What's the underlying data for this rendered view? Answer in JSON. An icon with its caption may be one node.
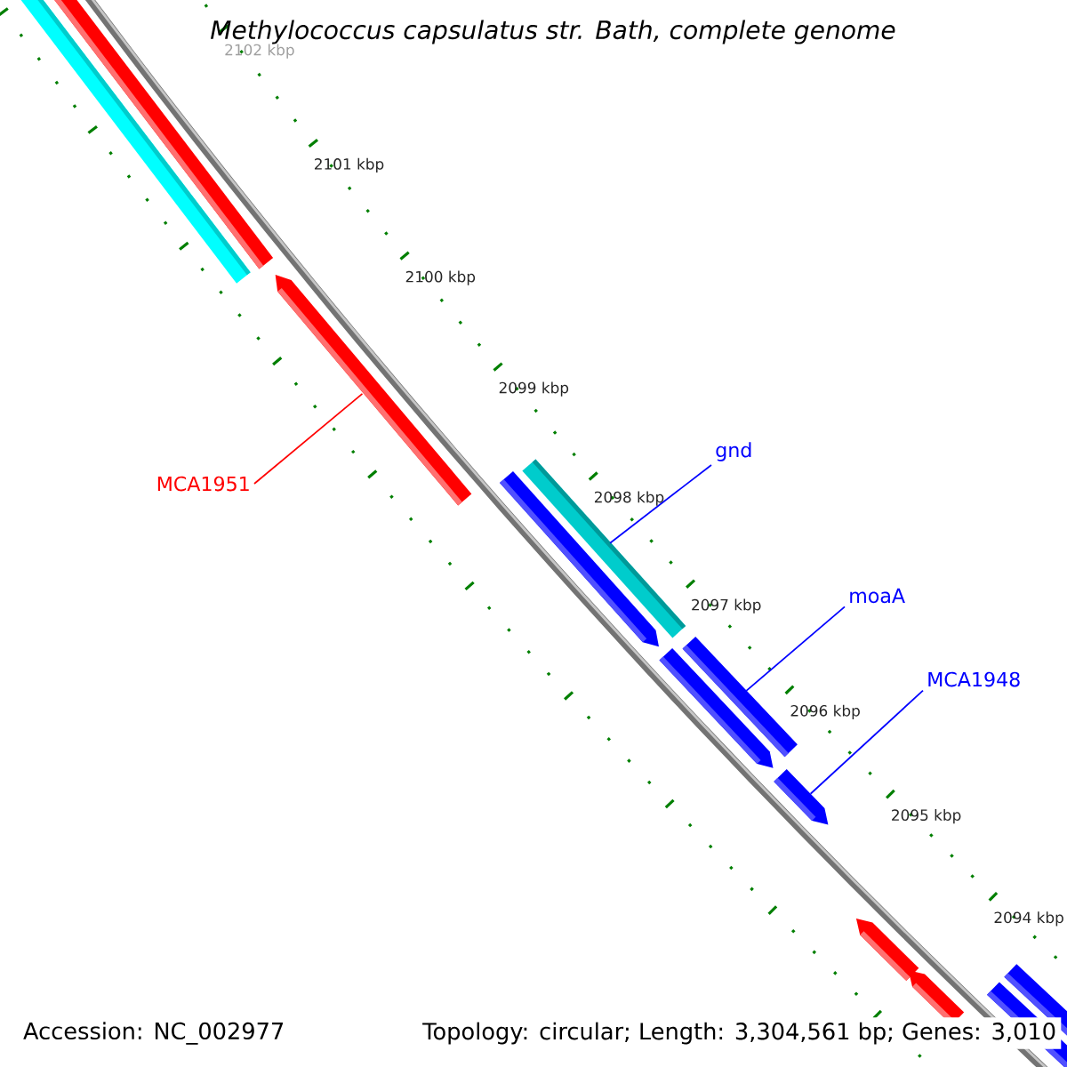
{
  "diagram": {
    "title": "Methylococcus capsulatus str. Bath, complete genome",
    "nodes": [
      {
        "text": [
          "MCA1951"
        ]
      },
      {
        "text": [
          "gnd"
        ]
      },
      {
        "text": [
          "moaA"
        ]
      },
      {
        "text": [
          "MCA1948"
        ]
      },
      {
        "text": [],
        "shape": "arrow"
      },
      {
        "text": [],
        "shape": "bar"
      },
      {
        "text": [],
        "shape": "bar"
      },
      {
        "text": [],
        "shape": "arrow"
      }
    ],
    "edges": [
      {
        "from": 0,
        "to": 4,
        "arrow": "none",
        "color": "#ff0000"
      },
      {
        "from": 1,
        "to": 5,
        "arrow": "none"
      },
      {
        "from": 2,
        "to": 6,
        "arrow": "none"
      },
      {
        "from": 3,
        "to": 7,
        "arrow": "none"
      }
    ],
    "labels": [
      "2102 kbp",
      "2101 kbp",
      "2100 kbp",
      "2099 kbp",
      "2098 kbp",
      "2097 kbp",
      "2096 kbp",
      "2095 kbp",
      "2094 kbp",
      "Accession: NC_002977",
      "Topology: circular; Length: 3,304,561 bp; Genes: 3,010"
    ]
  }
}
